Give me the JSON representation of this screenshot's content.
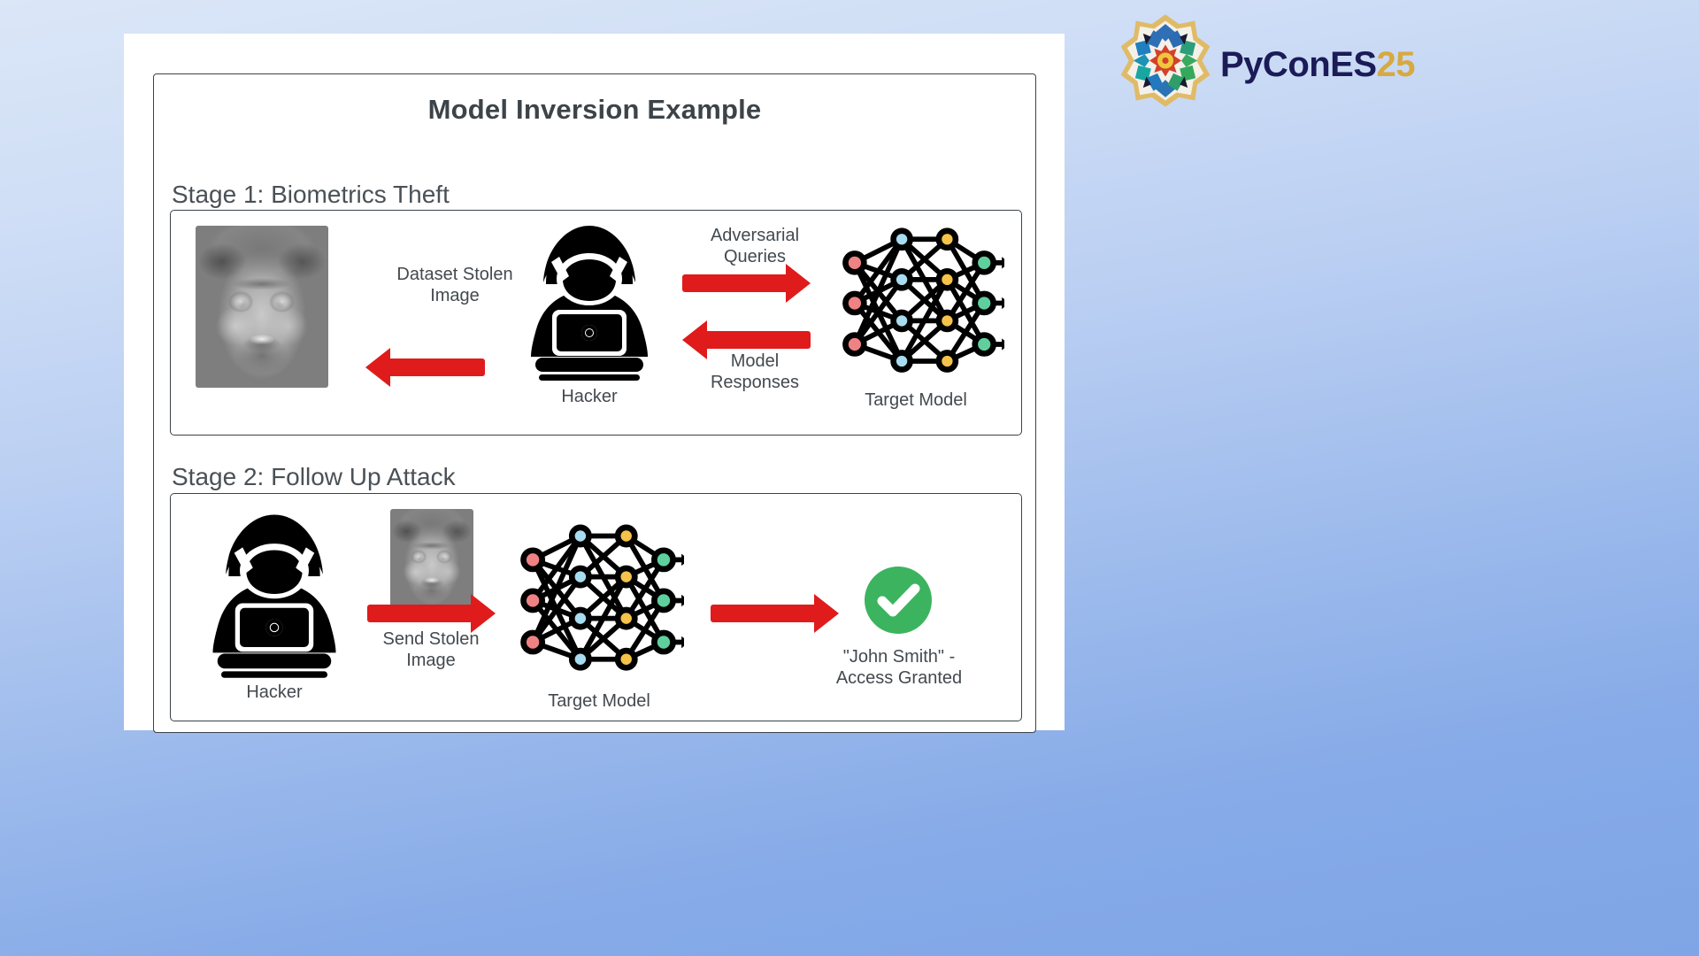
{
  "slide": {
    "title": "Model Inversion Example",
    "stages": [
      {
        "heading": "Stage 1: Biometrics Theft",
        "items": {
          "stolen_image_caption": "Dataset Stolen\nImage",
          "hacker_label": "Hacker",
          "adversarial_queries_label": "Adversarial\nQueries",
          "model_responses_label": "Model\nResponses",
          "target_model_label": "Target Model"
        },
        "arrows": [
          {
            "name": "dataset-stolen-image-arrow",
            "direction": "left"
          },
          {
            "name": "adversarial-queries-arrow",
            "direction": "right"
          },
          {
            "name": "model-responses-arrow",
            "direction": "left"
          }
        ]
      },
      {
        "heading": "Stage 2: Follow Up Attack",
        "items": {
          "hacker_label": "Hacker",
          "send_stolen_image_caption": "Send Stolen\nImage",
          "target_model_label": "Target Model",
          "result_label": "\"John Smith\" -\nAccess Granted"
        },
        "arrows": [
          {
            "name": "send-stolen-image-arrow",
            "direction": "right"
          },
          {
            "name": "access-result-arrow",
            "direction": "right"
          }
        ]
      }
    ]
  },
  "logo": {
    "brand": "PyConES",
    "year": "25"
  },
  "colors": {
    "arrow_red": "#e01b1b",
    "success_green": "#3cb45f",
    "title_gray": "#3c4449",
    "heading_gray": "#4a5156",
    "panel_border": "#3b4248",
    "nn_input_node": "#ef8283",
    "nn_hidden1_node": "#a8dcf0",
    "nn_hidden2_node": "#f5c24a",
    "nn_output_node": "#5fcf9e",
    "logo_navy": "#1b1b57",
    "logo_gold": "#d7a93f",
    "slide_bg": "#ffffff"
  },
  "icons": {
    "hacker": "hacker-icon",
    "neural_network": "neural-network-icon",
    "success_check": "check-circle-icon",
    "stolen_face": "face-image"
  }
}
